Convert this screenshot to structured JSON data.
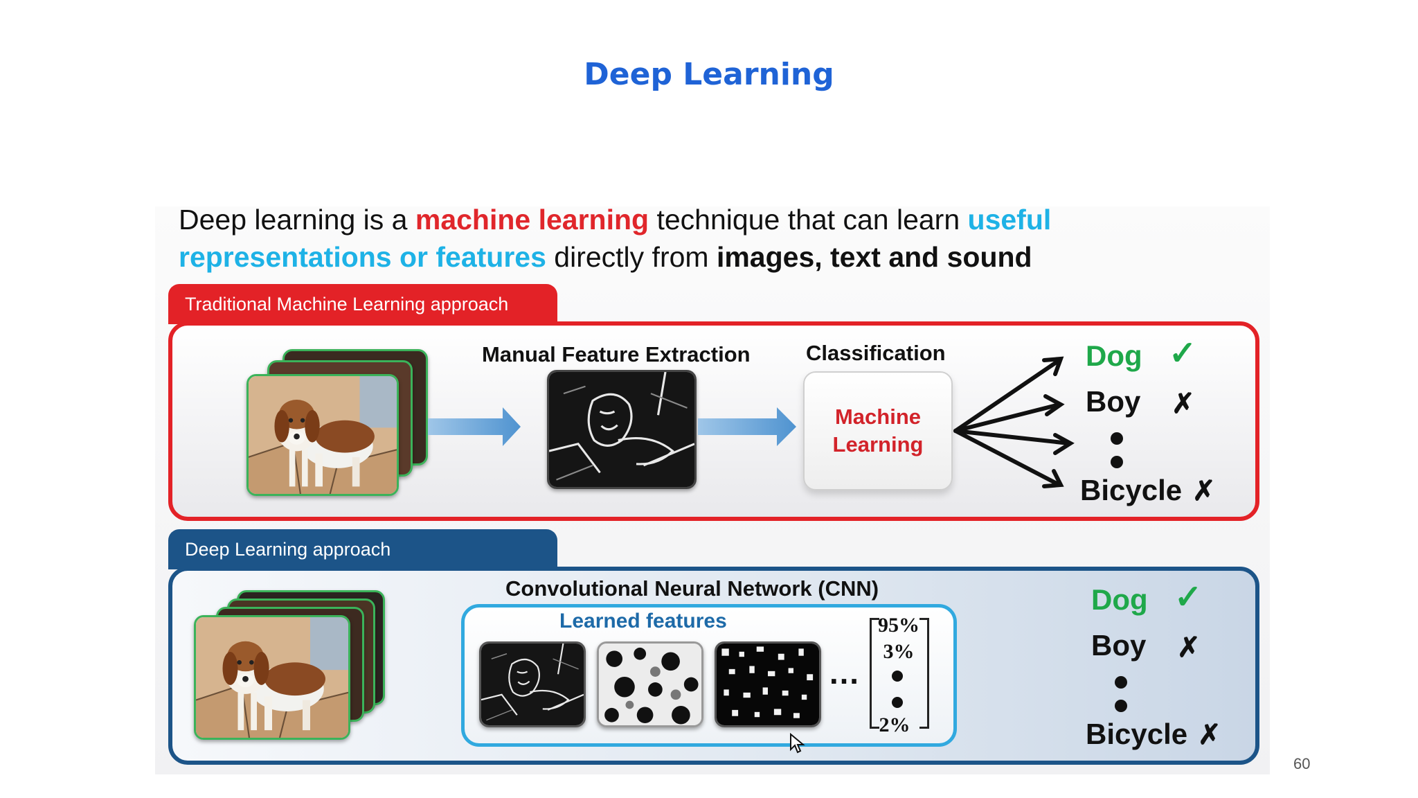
{
  "slide": {
    "title": "Deep Learning",
    "page_number": "60"
  },
  "intro": {
    "part1": "Deep learning is a ",
    "part2": "machine learning",
    "part3": " technique that can learn ",
    "part4": "useful representations or features",
    "part5": " directly from ",
    "part6": "images, text and sound"
  },
  "traditional": {
    "tab_label": "Traditional Machine Learning approach",
    "feature_label": "Manual Feature Extraction",
    "classification_label": "Classification",
    "ml_box_line1": "Machine",
    "ml_box_line2": "Learning",
    "outputs": [
      "Dog",
      "Boy",
      "Bicycle"
    ],
    "check": "✓",
    "cross": "✗"
  },
  "deep": {
    "tab_label": "Deep Learning approach",
    "cnn_label": "Convolutional Neural Network (CNN)",
    "learned_label": "Learned features",
    "ellipsis": "…",
    "percentages": [
      "95%",
      "3%",
      "2%"
    ],
    "outputs": [
      "Dog",
      "Boy",
      "Bicycle"
    ],
    "check": "✓",
    "cross": "✗"
  },
  "colors": {
    "title_blue": "#1f63d6",
    "red": "#e32227",
    "navy": "#1c5488",
    "cyan": "#1eb2e6",
    "green": "#1fa84a"
  }
}
